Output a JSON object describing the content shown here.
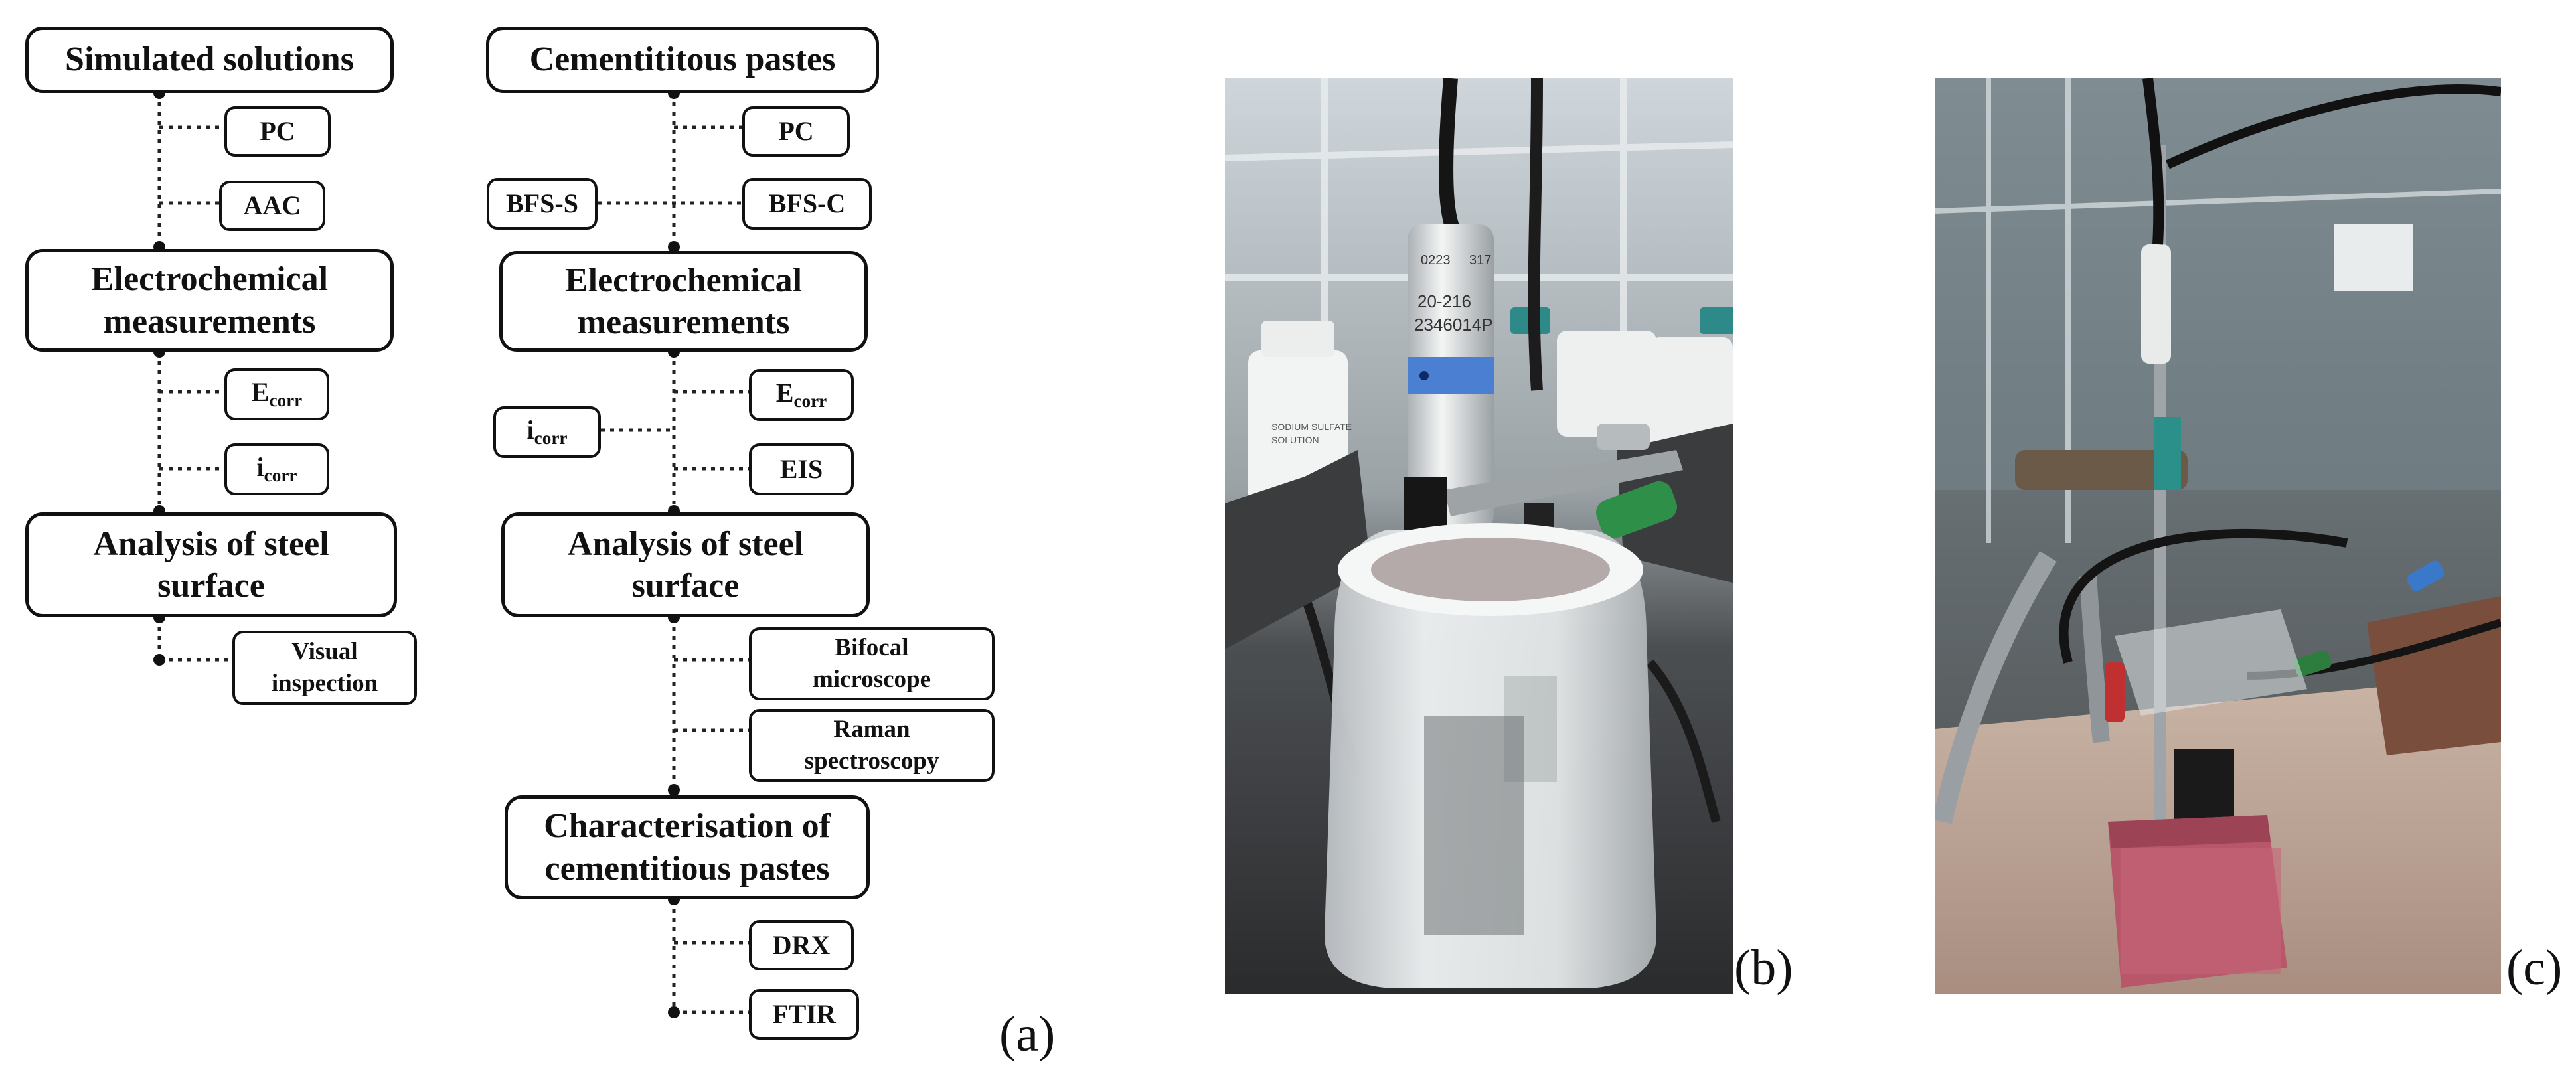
{
  "flow_a": {
    "title": "Simulated solutions",
    "items1": [
      "PC",
      "AAC"
    ],
    "step2": [
      "Electrochemical",
      "measurements"
    ],
    "e_main": "E",
    "e_sub": "corr",
    "i_main": "i",
    "i_sub": "corr",
    "step3": [
      "Analysis of steel",
      "surface"
    ],
    "visual": [
      "Visual",
      "inspection"
    ]
  },
  "flow_b": {
    "title": "Cementititous pastes",
    "pc": "PC",
    "bfs_s": "BFS-S",
    "bfs_c": "BFS-C",
    "step2": [
      "Electrochemical",
      "measurements"
    ],
    "e_main": "E",
    "e_sub": "corr",
    "i_main": "i",
    "i_sub": "corr",
    "eis": "EIS",
    "step3": [
      "Analysis of steel",
      "surface"
    ],
    "bifocal": [
      "Bifocal",
      "microscope"
    ],
    "raman": [
      "Raman",
      "spectroscopy"
    ],
    "step4": [
      "Characterisation of",
      "cementitious pastes"
    ],
    "drx": "DRX",
    "ftir": "FTIR"
  },
  "panel_labels": {
    "a": "(a)",
    "b": "(b)",
    "c": "(c)"
  },
  "photo_b_probe_text": [
    "0223",
    "317",
    "20-216",
    "2346014P"
  ],
  "photo_b_bottle_text": [
    "SODIUM SULFATE",
    "SOLUTION"
  ]
}
